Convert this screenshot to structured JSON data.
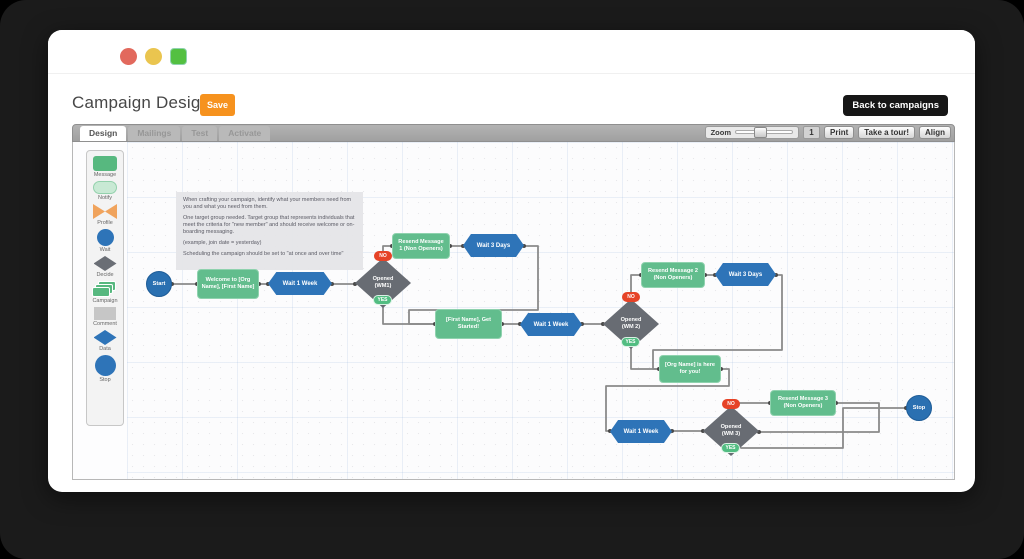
{
  "window": {
    "title": "Campaign Designer",
    "save_button": "Save",
    "back_button": "Back to campaigns"
  },
  "tabs": [
    {
      "label": "Design",
      "active": true
    },
    {
      "label": "Mailings",
      "active": false
    },
    {
      "label": "Test",
      "active": false
    },
    {
      "label": "Activate",
      "active": false
    }
  ],
  "toolbar": {
    "zoom_label": "Zoom",
    "zoom_value": "1",
    "print_button": "Print",
    "tour_button": "Take a tour!",
    "align_button": "Align"
  },
  "palette": {
    "items": [
      {
        "label": "Message",
        "icon": "green-rounded-rect"
      },
      {
        "label": "Notify",
        "icon": "light-green-pill"
      },
      {
        "label": "Profile",
        "icon": "orange-bowtie"
      },
      {
        "label": "Wait",
        "icon": "blue-circle"
      },
      {
        "label": "Decide",
        "icon": "gray-diamond"
      },
      {
        "label": "Campaign",
        "icon": "stacked-green-cards"
      },
      {
        "label": "Comment",
        "icon": "gray-rect"
      },
      {
        "label": "Data",
        "icon": "blue-diamond"
      },
      {
        "label": "Stop",
        "icon": "blue-circle-large"
      }
    ]
  },
  "comment_note": {
    "p1": "When crafting your campaign, identify what your members need from you and what you need from them.",
    "p2": "One target group needed. Target group that represents individuals that meet the criteria for \"new member\" and should receive welcome or on-boarding messaging.",
    "p3": "(example, join date = yesterday)",
    "p4": "Scheduling the campaign should be set to \"at once and over time\""
  },
  "flow": {
    "no_label": "NO",
    "yes_label": "YES",
    "nodes": {
      "start": "Start",
      "welcome": "Welcome to [Org Name], [First Name]",
      "wait1": "Wait 1 Week",
      "decide1": "Opened (WM1)",
      "resend1": "Resend Message 1 (Non Openers)",
      "wait3d1": "Wait 3 Days",
      "getstarted": "[First Name], Get Started!",
      "wait2": "Wait 1 Week",
      "decide2": "Opened (WM 2)",
      "resend2": "Resend Message 2 (Non Openers)",
      "wait3d2": "Wait 3 Days",
      "herefor": "[Org Name] is here for you!",
      "wait3": "Wait 1 Week",
      "decide3": "Opened (WM 3)",
      "resend3": "Resend Message 3 (Non Openers)",
      "stop": "Stop"
    }
  },
  "colors": {
    "save_orange": "#f6921e",
    "node_green": "#62bd8d",
    "node_blue": "#2e74b8",
    "node_gray": "#686c73",
    "badge_no_red": "#e64327",
    "badge_yes_green": "#52bd82",
    "start_stop_blue": "#2a70b1"
  }
}
